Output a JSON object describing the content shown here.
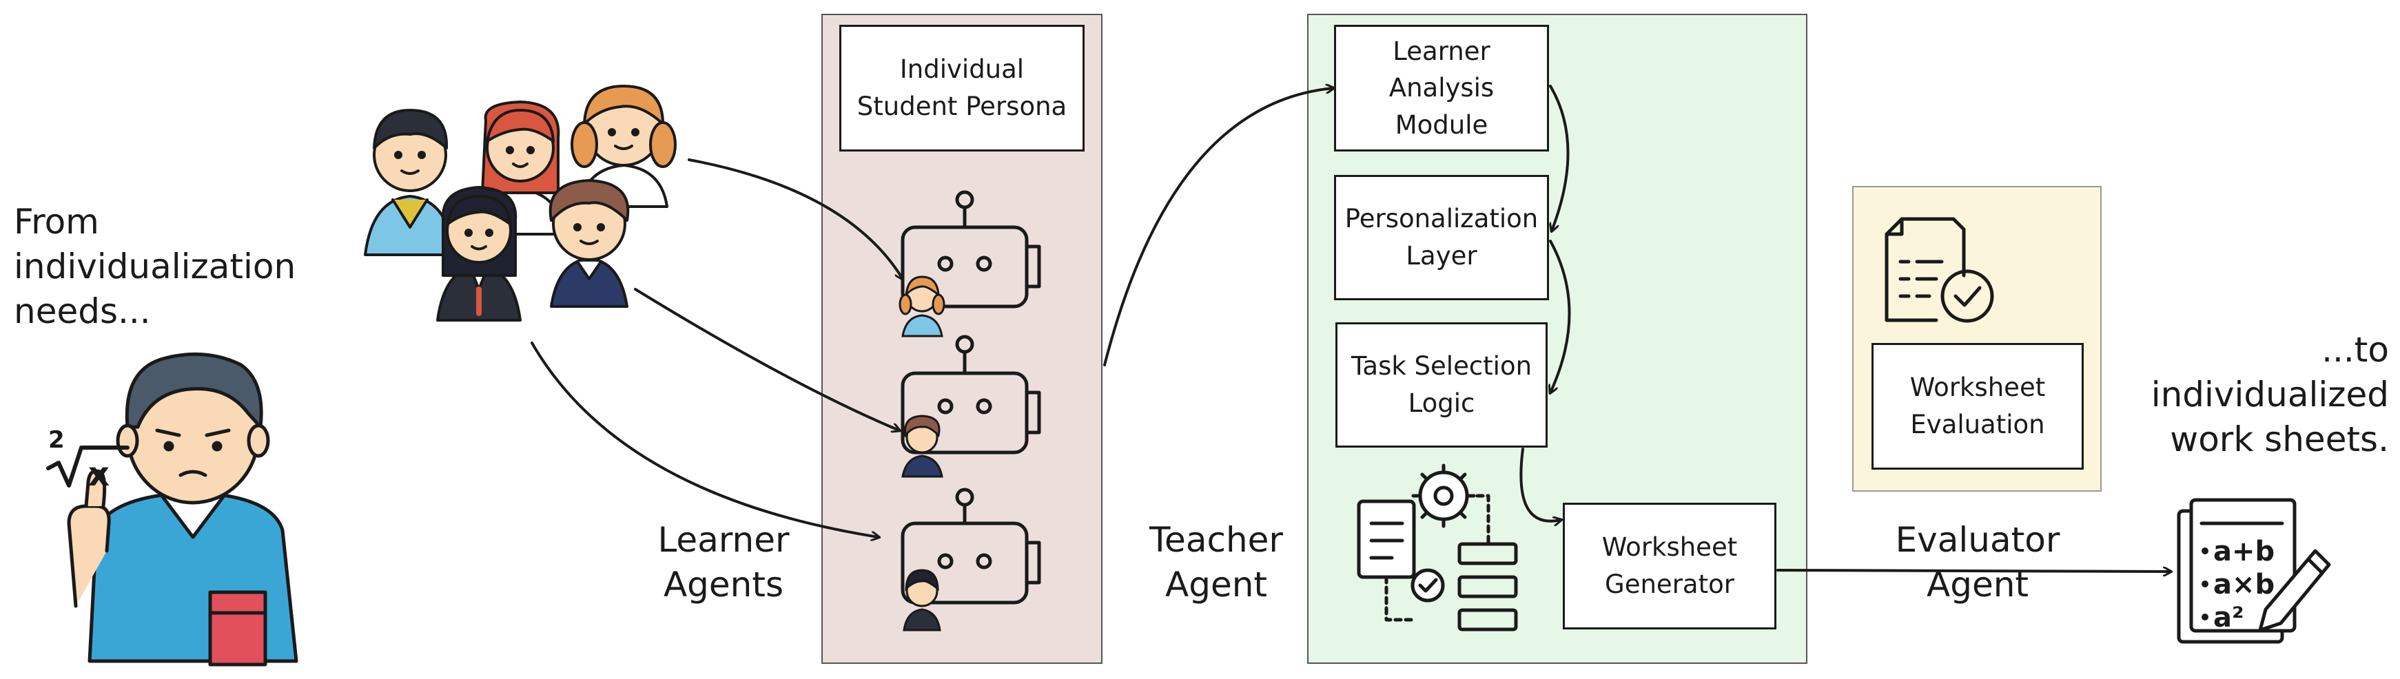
{
  "intro": {
    "line1": "From",
    "line2": "individualization",
    "line3": "needs..."
  },
  "outro": {
    "line1": "...to",
    "line2": "individualized",
    "line3": "work sheets."
  },
  "learner_panel": {
    "persona_box": {
      "line1": "Individual",
      "line2": "Student Persona"
    },
    "caption": {
      "line1": "Learner",
      "line2": "Agents"
    }
  },
  "teacher_panel": {
    "analysis_box": {
      "line1": "Learner",
      "line2": "Analysis",
      "line3": "Module"
    },
    "personalization_box": {
      "line1": "Personalization",
      "line2": "Layer"
    },
    "task_box": {
      "line1": "Task Selection",
      "line2": "Logic"
    },
    "generator_box": {
      "line1": "Worksheet",
      "line2": "Generator"
    },
    "caption": {
      "line1": "Teacher",
      "line2": "Agent"
    }
  },
  "evaluator_panel": {
    "evaluation_box": {
      "line1": "Worksheet",
      "line2": "Evaluation"
    },
    "caption": {
      "line1": "Evaluator",
      "line2": "Agent"
    }
  },
  "teacher_formula": {
    "index": "2",
    "radicand": "x"
  },
  "worksheet_formulas": [
    "a+b",
    "a×b",
    "a²"
  ],
  "colors": {
    "learner_panel_bg": "#ecdfdb",
    "teacher_panel_bg": "#e6f6e7",
    "evaluator_panel_bg": "#fbf6db",
    "ink": "#1a1a1a",
    "shirt_blue": "#3aa6d6",
    "book_red": "#e2505b",
    "skin": "#f9d9b6",
    "hair_brown": "#6b4a3c",
    "hair_orange": "#e79a52"
  }
}
